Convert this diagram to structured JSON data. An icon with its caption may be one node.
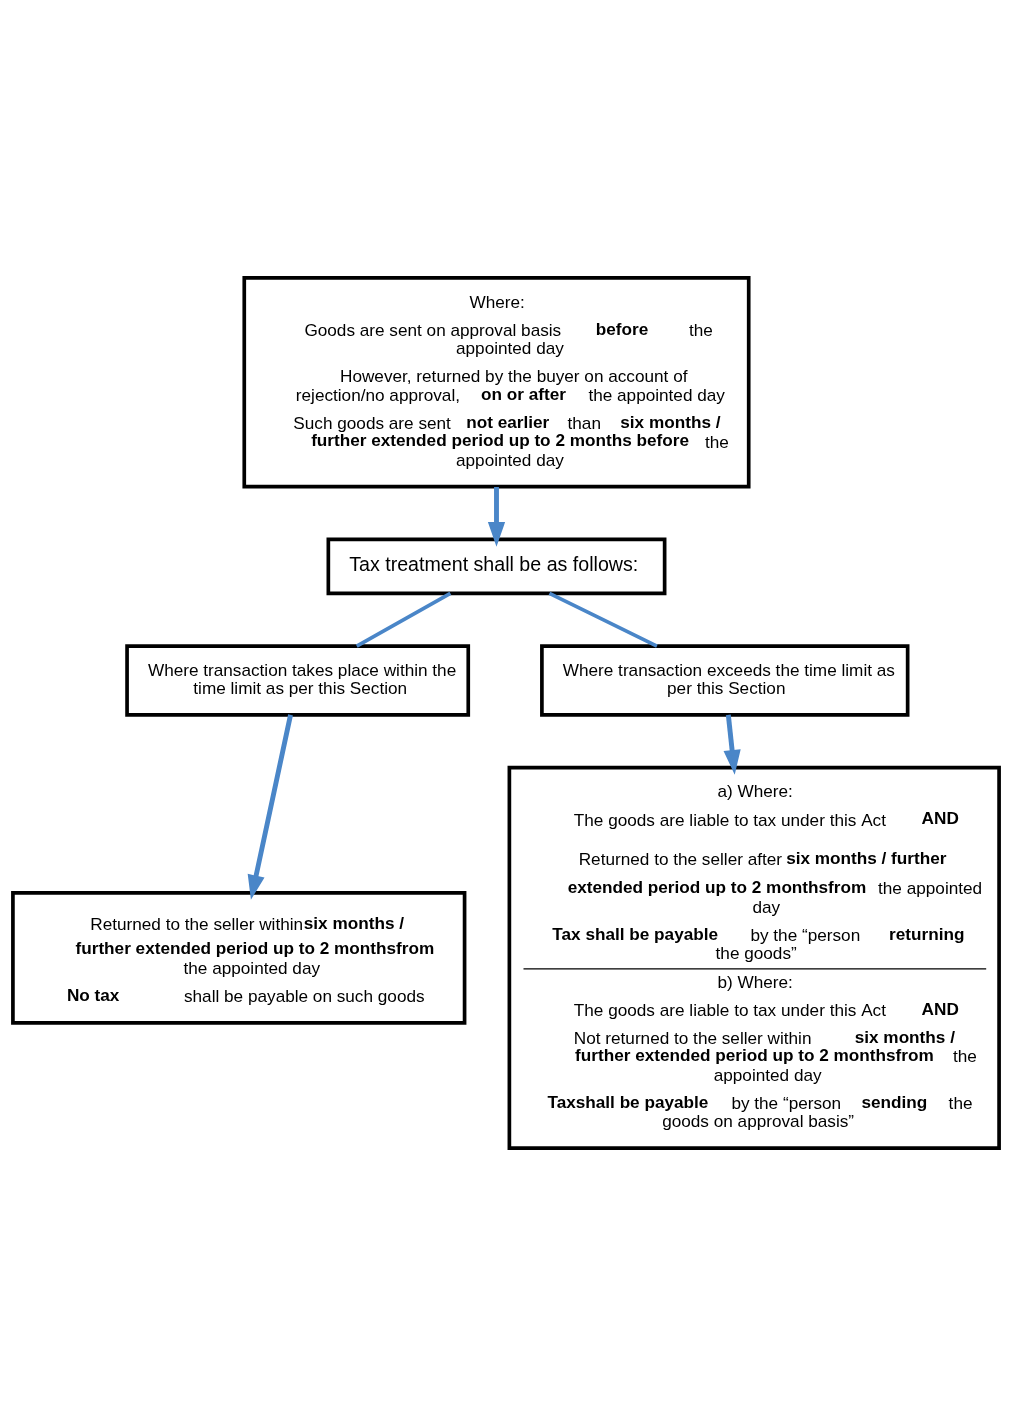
{
  "diagram": {
    "nodes": [
      {
        "text": [
          "Where:",
          "Goods are sent on approval basis **before** the appointed day",
          "However, returned by the buyer on account of rejection/no approval, **on or after** the appointed day",
          "Such goods are sent **not earlier** than **six months / further extended period up to 2 months before** the appointed day"
        ]
      },
      {
        "text": [
          "Tax treatment shall be as follows:"
        ]
      },
      {
        "text": [
          "Where transaction takes place within the time limit as per this Section"
        ]
      },
      {
        "text": [
          "Where transaction exceeds the time limit as per this Section"
        ]
      },
      {
        "text": [
          "Returned to the seller within**six months / further extended period up to 2 monthsfrom** the appointed day",
          "**No tax** shall be payable on such goods"
        ]
      },
      {
        "text": [
          "a) Where:",
          "The goods are liable to tax under this Act **AND**",
          "Returned to the seller after**six months / further extended period up to 2 monthsfrom** the appointed day",
          "**Tax shall be payable** by the “person **returning** the goods”",
          "b) Where:",
          "The goods are liable to tax under this Act **AND**",
          "Not returned to the seller within **six months / further extended period up to 2 monthsfrom** the appointed day",
          "**Taxshall be payable** by the “person **sending** the goods on approval basis”"
        ]
      }
    ],
    "edges": [
      {
        "from": 0,
        "to": 1,
        "arrow": "to"
      },
      {
        "from": 1,
        "to": 2,
        "arrow": "none"
      },
      {
        "from": 1,
        "to": 3,
        "arrow": "none"
      },
      {
        "from": 2,
        "to": 4,
        "arrow": "to"
      },
      {
        "from": 3,
        "to": 5,
        "arrow": "to"
      }
    ]
  }
}
